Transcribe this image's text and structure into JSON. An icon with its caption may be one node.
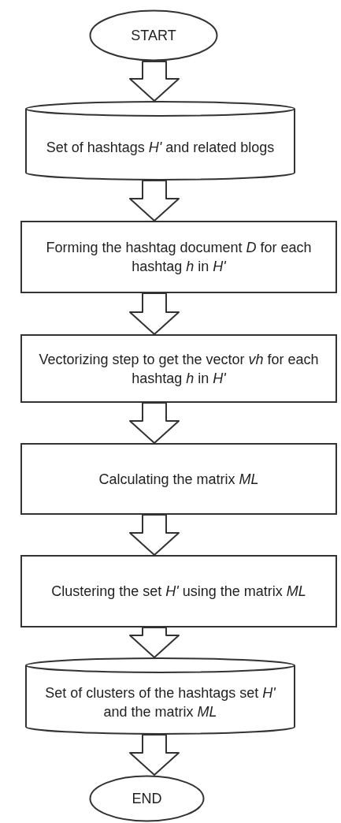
{
  "diagram": {
    "nodes": [
      {
        "text": [
          "START"
        ]
      },
      {
        "text": [
          "Set of hashtags *H'* and related blogs"
        ]
      },
      {
        "text": [
          "Forming the hashtag document *D* for each hashtag *h* in *H'*"
        ]
      },
      {
        "text": [
          "Vectorizing step to get the vector *vh*  for each hashtag *h* in *H'*"
        ]
      },
      {
        "text": [
          "Calculating the matrix *ML*"
        ]
      },
      {
        "text": [
          "Clustering the set *H'* using the matrix  *ML*"
        ]
      },
      {
        "text": [
          "Set of clusters of the hashtags set *H'* and the matrix *ML*"
        ]
      },
      {
        "text": [
          "END"
        ]
      }
    ],
    "edges": [
      {
        "from": 0,
        "to": 1,
        "arrow": "to"
      },
      {
        "from": 1,
        "to": 2,
        "arrow": "to"
      },
      {
        "from": 2,
        "to": 3,
        "arrow": "to"
      },
      {
        "from": 3,
        "to": 4,
        "arrow": "to"
      },
      {
        "from": 4,
        "to": 5,
        "arrow": "to"
      },
      {
        "from": 5,
        "to": 6,
        "arrow": "to"
      },
      {
        "from": 6,
        "to": 7,
        "arrow": "to"
      }
    ]
  }
}
